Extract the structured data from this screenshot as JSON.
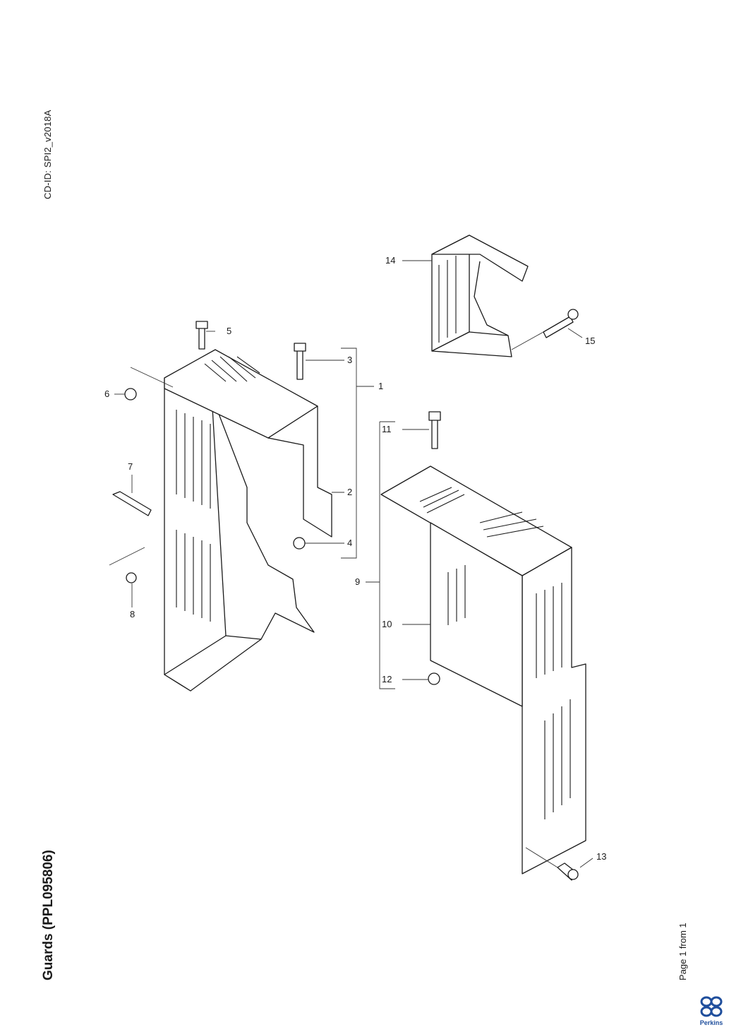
{
  "header": {
    "cd_id": "CD-ID: SPI2_v2018A",
    "title": "Guards (PPL095806)"
  },
  "footer": {
    "page": "Page 1 from 1",
    "brand": "Perkins"
  },
  "callouts": [
    "1",
    "2",
    "3",
    "4",
    "5",
    "6",
    "7",
    "8",
    "9",
    "10",
    "11",
    "12",
    "13",
    "14",
    "15"
  ],
  "colors": {
    "line": "#1a1a1a",
    "brand": "#1f4e9c"
  },
  "icons": {
    "logo": "perkins-logo-icon"
  }
}
